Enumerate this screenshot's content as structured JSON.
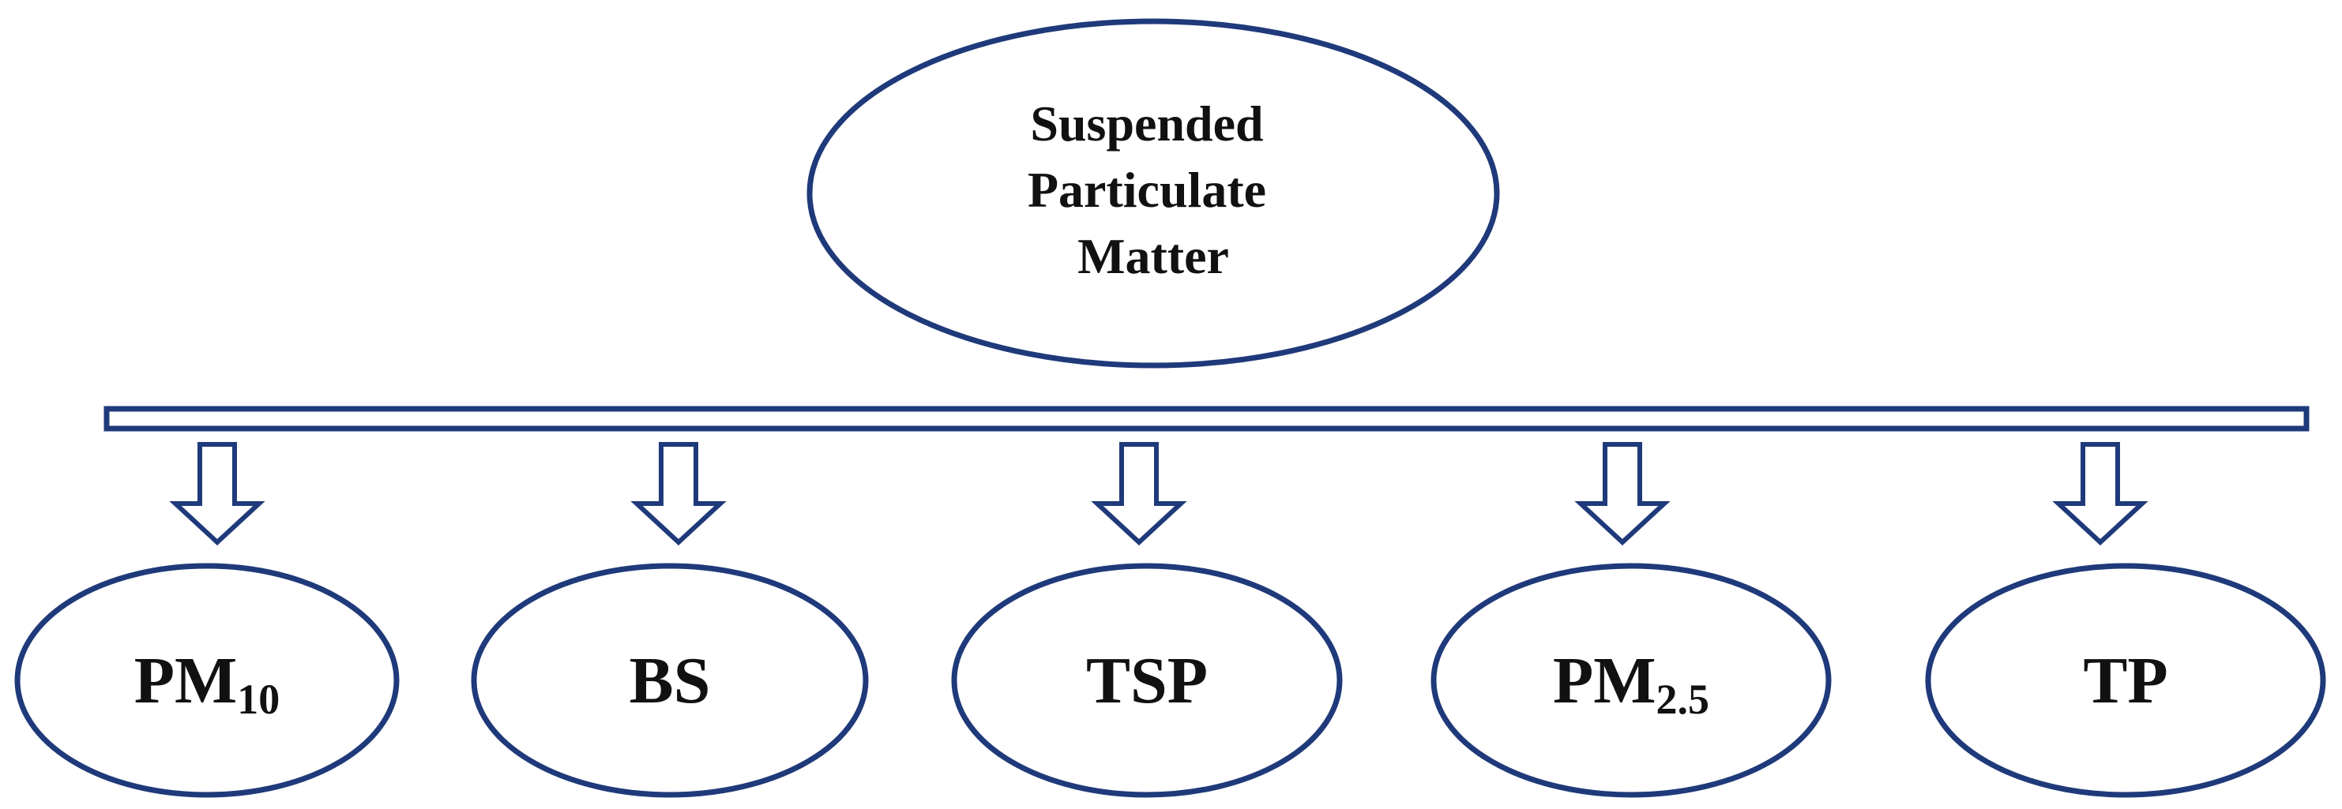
{
  "colors": {
    "line": "#1f3a7a",
    "text": "#111111",
    "fill": "#ffffff"
  },
  "root": {
    "lines": [
      "Suspended",
      "Particulate",
      "Matter"
    ]
  },
  "children": [
    {
      "main": "PM",
      "sub": "10"
    },
    {
      "main": "BS",
      "sub": ""
    },
    {
      "main": "TSP",
      "sub": ""
    },
    {
      "main": "PM",
      "sub": "2.5"
    },
    {
      "main": "TP",
      "sub": ""
    }
  ]
}
